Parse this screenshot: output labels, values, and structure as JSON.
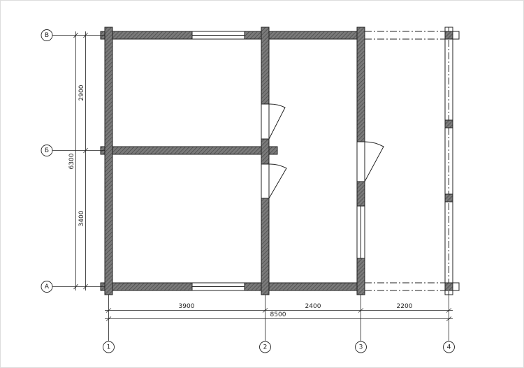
{
  "axes": {
    "rows": [
      {
        "label": "В"
      },
      {
        "label": "Б"
      },
      {
        "label": "А"
      }
    ],
    "columns": [
      {
        "label": "1"
      },
      {
        "label": "2"
      },
      {
        "label": "3"
      },
      {
        "label": "4"
      }
    ]
  },
  "dimensions": {
    "horizontal_segments": [
      "3900",
      "2400",
      "2200"
    ],
    "horizontal_total": "8500",
    "vertical_segments": [
      "2900",
      "3400"
    ],
    "vertical_total": "6300"
  },
  "colors": {
    "wall_fill": "#6e6e6e",
    "line": "#222222",
    "background": "#ffffff"
  }
}
